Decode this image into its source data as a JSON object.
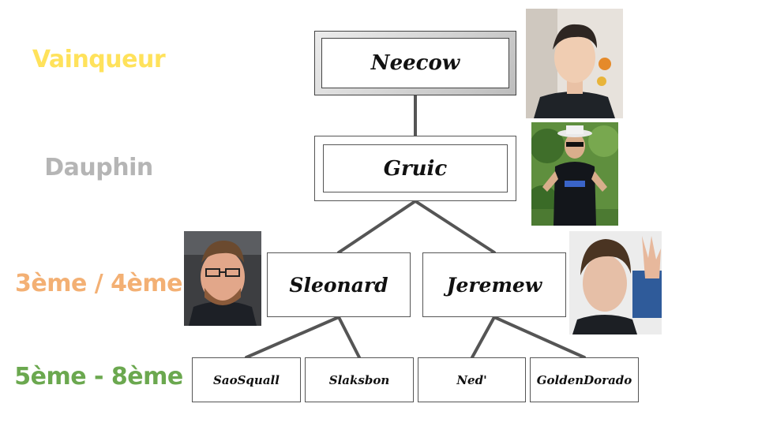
{
  "ranks": {
    "winner": {
      "label": "Vainqueur",
      "color": "#FFE25B"
    },
    "runner_up": {
      "label": "Dauphin",
      "color": "#B5B5B5"
    },
    "semis": {
      "label": "3ème / 4ème",
      "color": "#F3B074"
    },
    "quarters": {
      "label": "5ème - 8ème",
      "color": "#6BA84F"
    }
  },
  "bracket": {
    "winner": "Neecow",
    "runner_up": "Gruic",
    "semi_left": "Sleonard",
    "semi_right": "Jeremew",
    "quarters": [
      "SaoSquall",
      "Slaksbon",
      "Ned'",
      "GoldenDorado"
    ]
  },
  "line_color": "#555555"
}
